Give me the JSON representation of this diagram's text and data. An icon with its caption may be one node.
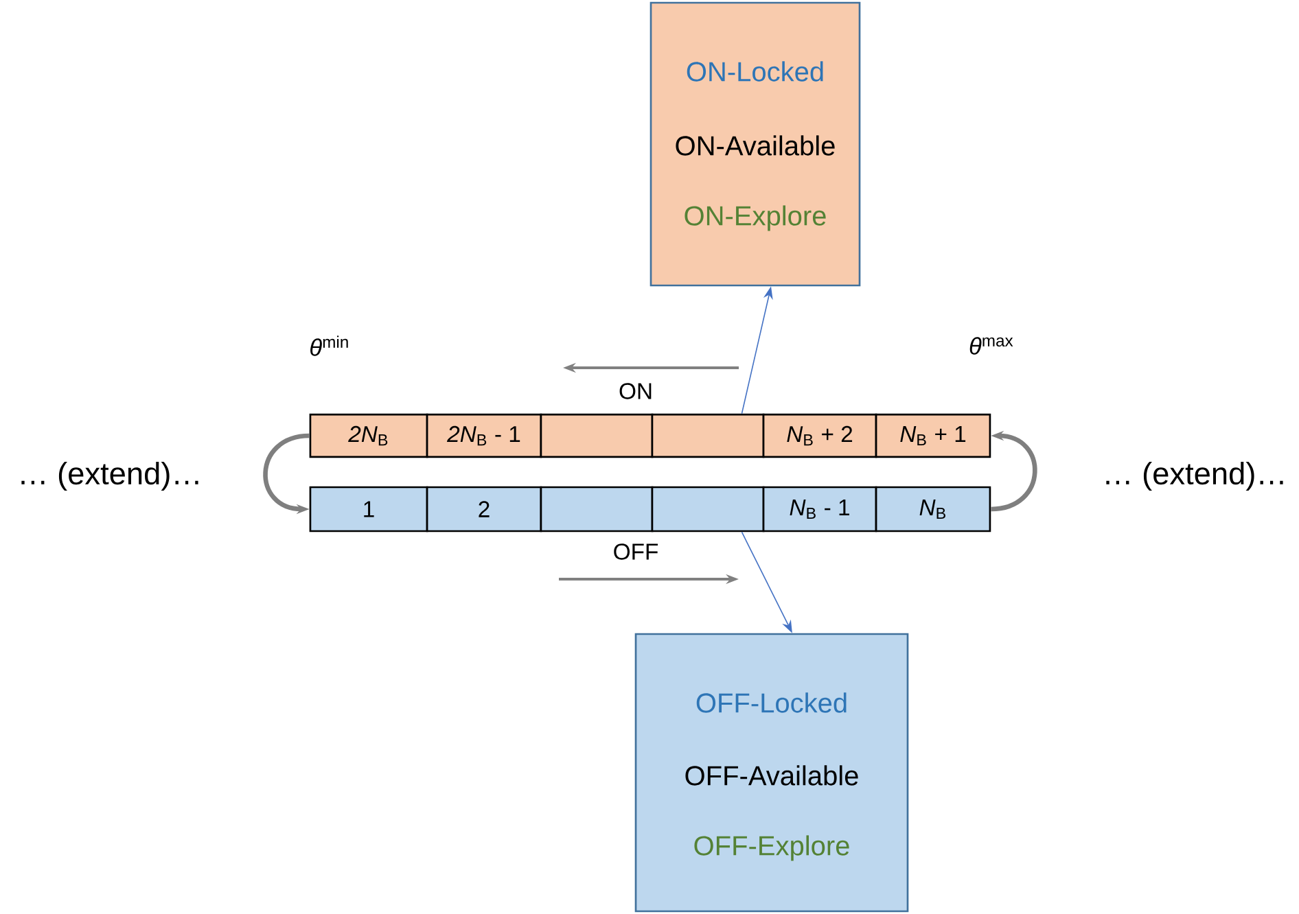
{
  "diagram": {
    "nodes": [
      {
        "text": [
          "ON-Locked",
          "ON-Available",
          "ON-Explore"
        ]
      },
      {
        "text": [
          "*2N*$_{B}$"
        ]
      },
      {
        "text": [
          "*2N*$_{B}$ - 1"
        ]
      },
      {
        "text": [],
        "shape": "box"
      },
      {
        "text": [],
        "shape": "box"
      },
      {
        "text": [
          "*N*$_{B}$ + 2"
        ]
      },
      {
        "text": [
          "*N*$_{B}$ + 1"
        ]
      },
      {
        "text": [
          "1"
        ]
      },
      {
        "text": [
          "2"
        ]
      },
      {
        "text": [],
        "shape": "box"
      },
      {
        "text": [],
        "shape": "box"
      },
      {
        "text": [
          "*N*$_{B}$ - 1"
        ]
      },
      {
        "text": [
          "*N*$_{B}$"
        ]
      },
      {
        "text": [
          "OFF-Locked",
          "OFF-Available",
          "OFF-Explore"
        ]
      }
    ],
    "edges": [
      {
        "from": 4,
        "to": 0,
        "arrow": "to",
        "color": "#4472c4"
      },
      {
        "from": 10,
        "to": 13,
        "arrow": "to",
        "color": "#4472c4"
      },
      {
        "from": 1,
        "to": 7,
        "arrow": "to",
        "style": "thick",
        "color": "#7f7f7f"
      },
      {
        "from": 12,
        "to": 6,
        "arrow": "to",
        "style": "thick",
        "color": "#7f7f7f"
      }
    ],
    "labels": [
      "*θ*$^{min}$",
      "*θ*$^{max}$",
      "ON",
      "… (extend)…",
      "… (extend)…",
      "OFF"
    ]
  }
}
